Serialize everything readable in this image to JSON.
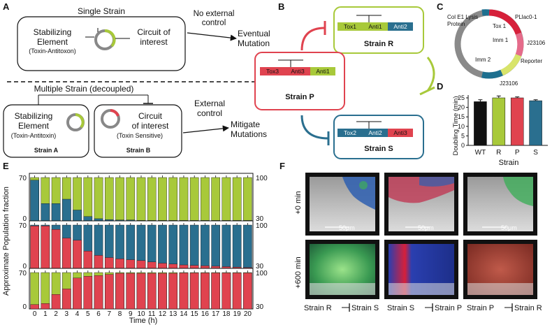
{
  "panels": {
    "a": "A",
    "b": "B",
    "c": "C",
    "d": "D",
    "e": "E",
    "f": "F"
  },
  "panel_a": {
    "single_title": "Single Strain",
    "stab_1": "Stabilizing",
    "stab_2": "Element",
    "stab_3": "(Toxin-Antitoxon)",
    "circuit_1": "Circuit of",
    "circuit_2": "interest",
    "no_control_1": "No external",
    "no_control_2": "control",
    "eventual_1": "Eventual",
    "eventual_2": "Mutation",
    "multi_title": "Multiple Strain (decoupled)",
    "stab2_1": "Stabilizing",
    "stab2_2": "Element",
    "stab2_3": "(Toxin-Antitoxin)",
    "strain_a": "Strain A",
    "circ2_1": "Circuit",
    "circ2_2": "of interest",
    "circ2_3": "(Toxin Sensitive)",
    "strain_b": "Strain B",
    "ext_1": "External",
    "ext_2": "control",
    "mitigate_1": "Mitigate",
    "mitigate_2": "Mutations"
  },
  "panel_b": {
    "strain_r": "Strain R",
    "strain_p": "Strain P",
    "strain_s": "Strain S",
    "r_genes": [
      "Tox1",
      "Anti1",
      "Anti2"
    ],
    "p_genes": [
      "Tox3",
      "Anti3",
      "Anti1"
    ],
    "s_genes": [
      "Tox2",
      "Anti2",
      "Anti3"
    ]
  },
  "panel_c": {
    "lysis": "Col E1 Lysis",
    "protein": "Protein",
    "plac": "PLlac0-1",
    "tox1": "Tox 1",
    "imm1": "Imm 1",
    "j1": "J23106",
    "reporter": "Reporter",
    "imm2": "Imm 2",
    "j2": "J23106"
  },
  "chart_d": {
    "type": "bar",
    "ylabel": "Doubling Time (min)",
    "xlabel": "Strain",
    "categories": [
      "WT",
      "R",
      "P",
      "S"
    ],
    "values": [
      23,
      25,
      25,
      23.5
    ],
    "errors": [
      1,
      1,
      0.5,
      0.5
    ],
    "colors": [
      "#111111",
      "#a8c93a",
      "#e0434f",
      "#2a6f8f"
    ],
    "yticks": [
      "0",
      "5",
      "10",
      "15",
      "20",
      "25"
    ],
    "ylim": [
      0,
      25
    ]
  },
  "chart_e": {
    "type": "bar",
    "ylabel": "Approximate Population fraction",
    "xlabel": "Time (h)",
    "categories": [
      "0",
      "1",
      "2",
      "3",
      "4",
      "5",
      "6",
      "7",
      "8",
      "9",
      "10",
      "11",
      "12",
      "13",
      "14",
      "15",
      "16",
      "17",
      "18",
      "19",
      "20"
    ],
    "left_ticks": [
      "0",
      "70"
    ],
    "right_ticks": [
      "30",
      "100"
    ],
    "series": [
      {
        "top_color": "#a8c93a",
        "bottom_color": "#2a6f8f",
        "top_fraction": [
          0.06,
          0.6,
          0.6,
          0.5,
          0.75,
          0.9,
          0.95,
          0.97,
          0.98,
          0.98,
          0.99,
          0.99,
          0.99,
          0.99,
          0.99,
          0.99,
          0.99,
          0.99,
          0.99,
          0.99,
          0.99
        ]
      },
      {
        "top_color": "#2a6f8f",
        "bottom_color": "#e0434f",
        "top_fraction": [
          0.02,
          0.02,
          0.1,
          0.3,
          0.35,
          0.6,
          0.7,
          0.75,
          0.78,
          0.8,
          0.82,
          0.85,
          0.88,
          0.9,
          0.92,
          0.93,
          0.94,
          0.95,
          0.96,
          0.97,
          0.98
        ]
      },
      {
        "top_color": "#a8c93a",
        "bottom_color": "#e0434f",
        "top_fraction": [
          0.88,
          0.85,
          0.6,
          0.45,
          0.15,
          0.1,
          0.08,
          0.05,
          0.02,
          0.02,
          0.02,
          0.02,
          0.02,
          0.02,
          0.01,
          0.01,
          0.01,
          0.01,
          0.01,
          0.01,
          0.01
        ]
      }
    ]
  },
  "panel_f": {
    "row1": "+0 min",
    "row2": "+600 min",
    "scale": "50μm",
    "col1": "Strain R",
    "col1b": "Strain S",
    "col2": "Strain S",
    "col2b": "Strain P",
    "col3": "Strain P",
    "col3b": "Strain R"
  }
}
